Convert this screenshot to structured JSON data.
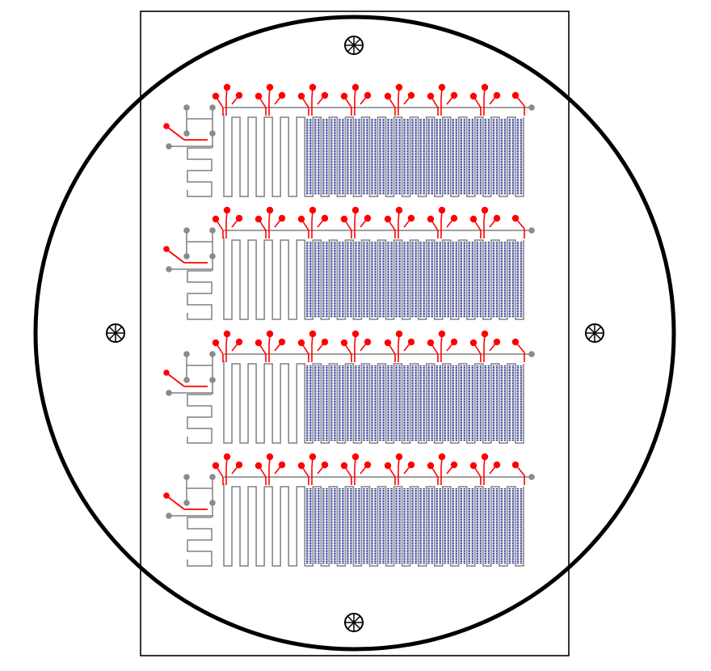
{
  "colors": {
    "background": "#ffffff",
    "outline": "#000000",
    "channel": "#808080",
    "channel_dense": "#1e2a8c",
    "port": "#ff0000",
    "port_gray": "#8a8a8a"
  },
  "device": {
    "block_count": 4,
    "major_loops_per_block": 19,
    "dense_loops_per_block": 14,
    "port_pairs_per_block": 7,
    "alignment_marks": [
      "top-alignment-mark-icon",
      "left-alignment-mark-icon",
      "right-alignment-mark-icon",
      "bottom-alignment-mark-icon"
    ]
  }
}
